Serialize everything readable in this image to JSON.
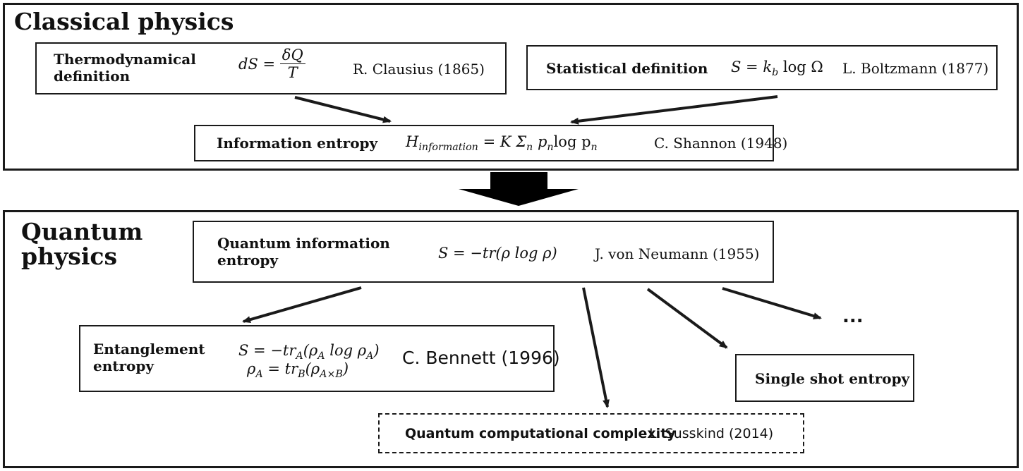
{
  "classical": {
    "title": "Classical physics",
    "thermo": {
      "label_line1": "Thermodynamical",
      "label_line2": "definition",
      "lhs": "dS =",
      "numerator": "δQ",
      "denominator": "T",
      "author": "R. Clausius (1865)"
    },
    "statistical": {
      "label": "Statistical definition",
      "formula_lhs": "S = k",
      "formula_sub": "b",
      "formula_rhs": "log Ω",
      "author": "L. Boltzmann (1877)"
    },
    "information": {
      "label": "Information entropy",
      "H": "H",
      "H_sub": "information",
      "eq": "= K Σ",
      "sigma_sub": "n",
      "p1": "p",
      "p1_sub": "n",
      "log": "log p",
      "p2_sub": "n",
      "author": "C. Shannon (1948)"
    }
  },
  "quantum": {
    "title_line1": "Quantum",
    "title_line2": "physics",
    "qinfo": {
      "label_line1": "Quantum information",
      "label_line2": "entropy",
      "formula": "S = −tr(ρ log ρ)",
      "author": "J. von Neumann (1955)"
    },
    "entanglement": {
      "label_line1": "Entanglement",
      "label_line2": "entropy",
      "f1_a": "S = −tr",
      "f1_sub1": "A",
      "f1_b": "(ρ",
      "f1_sub2": "A",
      "f1_c": "log ρ",
      "f1_sub3": "A",
      "f1_d": ")",
      "f2_a": "ρ",
      "f2_sub1": "A",
      "f2_b": "= tr",
      "f2_sub2": "B",
      "f2_c": "(ρ",
      "f2_sub3": "A×B",
      "f2_d": ")",
      "author": "C. Bennett (1996)"
    },
    "single_shot": {
      "label": "Single shot entropy"
    },
    "complexity": {
      "label": "Quantum computational complexity",
      "author": "L. Susskind (2014)"
    },
    "ellipsis": "..."
  },
  "colors": {
    "stroke": "#1a1a1a",
    "background": "#ffffff"
  }
}
